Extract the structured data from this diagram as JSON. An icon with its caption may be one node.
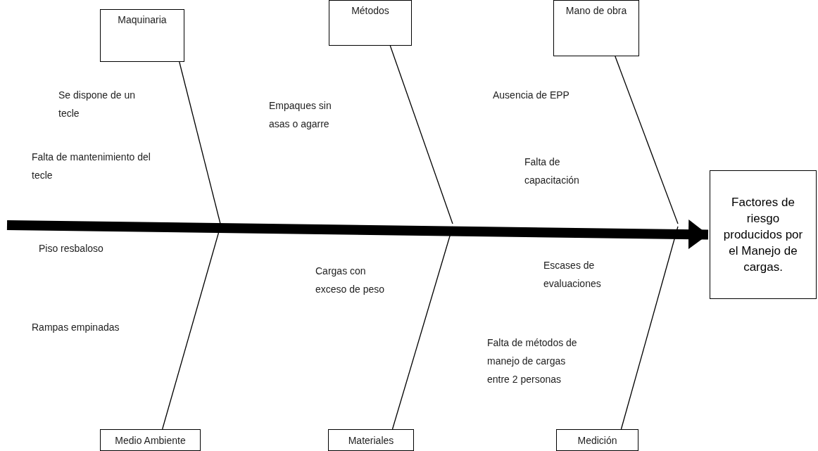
{
  "diagram": {
    "nodes": [
      {
        "text": [
          "Maquinaria"
        ]
      },
      {
        "text": [
          "Métodos"
        ]
      },
      {
        "text": [
          "Mano de obra"
        ]
      },
      {
        "text": [
          "Factores de riesgo producidos por el Manejo de cargas."
        ]
      },
      {
        "text": [
          "Medio Ambiente"
        ]
      },
      {
        "text": [
          "Materiales"
        ]
      },
      {
        "text": [
          "Medición"
        ]
      }
    ],
    "edges": [
      {
        "from": null,
        "to": 3,
        "arrow": "to",
        "style": "thick"
      },
      {
        "from": 0,
        "to": null,
        "arrow": "none"
      },
      {
        "from": 1,
        "to": null,
        "arrow": "none"
      },
      {
        "from": 2,
        "to": null,
        "arrow": "none"
      },
      {
        "from": 4,
        "to": null,
        "arrow": "none"
      },
      {
        "from": 5,
        "to": null,
        "arrow": "none"
      },
      {
        "from": 6,
        "to": null,
        "arrow": "none"
      }
    ],
    "labels": [
      "Se dispone de un tecle",
      "Empaques sin asas o agarre",
      "Ausencia de EPP",
      "Falta de mantenimiento del tecle",
      "Falta de capacitación",
      "Piso resbaloso",
      "Cargas con exceso de peso",
      "Escases de evaluaciones",
      "Rampas empinadas",
      "Falta de métodos de manejo de cargas entre 2 personas"
    ]
  }
}
